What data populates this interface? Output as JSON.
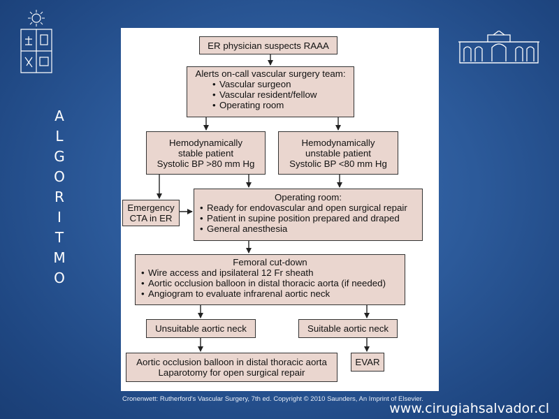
{
  "side_title_letters": [
    "A",
    "L",
    "G",
    "O",
    "R",
    "I",
    "T",
    "M",
    "O"
  ],
  "diagram": {
    "b1": {
      "title": "ER physician suspects RAAA"
    },
    "b2": {
      "title": "Alerts on-call vascular surgery team:",
      "items": [
        "Vascular surgeon",
        "Vascular resident/fellow",
        "Operating room"
      ]
    },
    "b3": {
      "lines": [
        "Hemodynamically",
        "stable patient",
        "Systolic BP >80 mm Hg"
      ]
    },
    "b4": {
      "lines": [
        "Hemodynamically",
        "unstable patient",
        "Systolic BP <80 mm Hg"
      ]
    },
    "b5": {
      "lines": [
        "Emergency",
        "CTA in ER"
      ]
    },
    "b6": {
      "title": "Operating room:",
      "items": [
        "Ready for endovascular and open surgical repair",
        "Patient in supine position prepared and draped",
        "General anesthesia"
      ]
    },
    "b7": {
      "title": "Femoral cut-down",
      "items": [
        "Wire access and ipsilateral 12 Fr sheath",
        "Aortic occlusion balloon in distal thoracic aorta (if needed)",
        "Angiogram to evaluate infrarenal aortic neck"
      ]
    },
    "b8": {
      "title": "Unsuitable aortic neck"
    },
    "b9": {
      "title": "Suitable aortic neck"
    },
    "b10": {
      "lines": [
        "Aortic occlusion balloon in distal thoracic aorta",
        "Laparotomy for open surgical repair"
      ]
    },
    "b11": {
      "title": "EVAR"
    }
  },
  "footer": {
    "credit": "Cronenwett: Rutherford's Vascular Surgery, 7th ed. Copyright © 2010 Saunders, An Imprint of Elsevier.",
    "url": "www.cirugiahsalvador.cl"
  },
  "colors": {
    "box_fill": "#ead6cf",
    "background": "#2c5a9a"
  },
  "icons": {
    "left_logo": "university-crest-icon",
    "right_logo": "building-facade-icon"
  }
}
